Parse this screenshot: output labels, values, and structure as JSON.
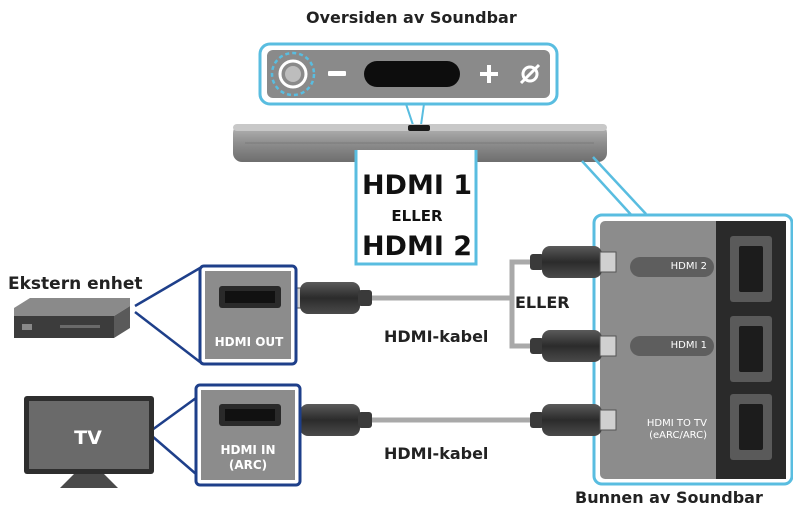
{
  "diagram": {
    "title_top": "Oversiden av Soundbar",
    "title_bottom": "Bunnen av Soundbar",
    "soundbar_port_label": {
      "line1": "HDMI 1",
      "or": "ELLER",
      "line2": "HDMI 2"
    },
    "external_device_label": "Ekstern enhet",
    "external_device_port": "HDMI OUT",
    "tv_label": "TV",
    "tv_port_line1": "HDMI IN",
    "tv_port_line2": "(ARC)",
    "cable_label_1": "HDMI-kabel",
    "cable_label_2": "HDMI-kabel",
    "or_label": "ELLER",
    "soundbar_ports": {
      "hdmi2": "HDMI 2",
      "hdmi1": "HDMI 1",
      "hdmi_to_tv_line1": "HDMI TO TV",
      "hdmi_to_tv_line2": "(eARC/ARC)"
    },
    "top_panel_symbols": [
      "power",
      "minus",
      "display",
      "plus",
      "mute"
    ]
  },
  "colors": {
    "callout_blue": "#59bde0",
    "frame_navy": "#1e3f8a",
    "panel_gray": "#8c8c8c",
    "soundbar_gray": "#9a9a9a",
    "cable_gray": "#a9a9a9",
    "connector_dark": "#3a3a3a"
  }
}
